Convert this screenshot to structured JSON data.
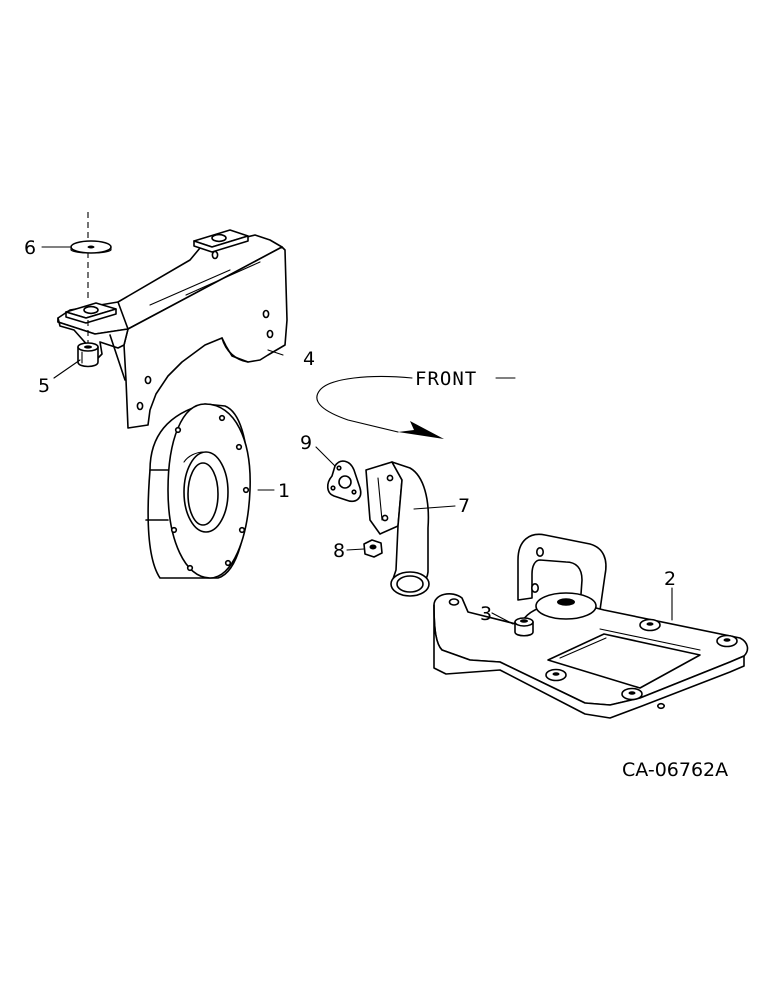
{
  "diagram": {
    "direction_label": "FRONT",
    "drawing_code": "CA-06762A"
  },
  "callouts": [
    {
      "id": "1",
      "label": "1"
    },
    {
      "id": "2",
      "label": "2"
    },
    {
      "id": "3",
      "label": "3"
    },
    {
      "id": "4",
      "label": "4"
    },
    {
      "id": "5",
      "label": "5"
    },
    {
      "id": "6",
      "label": "6"
    },
    {
      "id": "7",
      "label": "7"
    },
    {
      "id": "8",
      "label": "8"
    },
    {
      "id": "9",
      "label": "9"
    }
  ]
}
